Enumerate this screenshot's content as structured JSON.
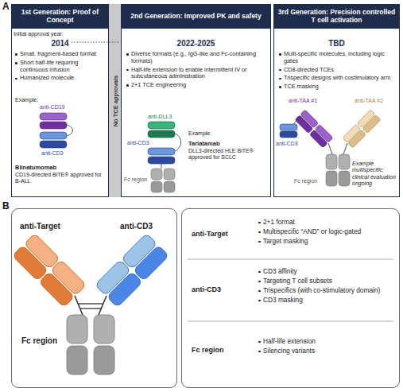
{
  "diagram": {
    "nodes": [
      {
        "text": [
          "1st Generation: Proof of Concept",
          "Initial approval year:",
          "2014",
          "Small, fragment-based format",
          "Short half-life requiring continuous infusion",
          "Humanized molecule",
          "Example:",
          "Blinatumomab",
          "CD19-directed BiTE® approved for B-ALL"
        ]
      },
      {
        "text": [
          "No TCE approvals"
        ]
      },
      {
        "text": [
          "2nd Generation: Improved PK and safety",
          "2022-2025",
          "Diverse formats (e.g., IgG-like and Fc-containing formats)",
          "Half-life extension to enable intermittent IV or subcutaneous administration",
          "2+1 TCE engineering",
          "Example:",
          "Tarlatamab",
          "DLL3-directed HLE BiTE® approved for SCLC"
        ]
      },
      {
        "text": [
          "3rd Generation: Precision controlled T cell activation",
          "TBD",
          "Multi-specific molecules, including logic gates",
          "CD8-directed TCEs",
          "Trispecific designs with costimulatory arm",
          "TCE masking",
          "Example multispecific; clinical evaluation ongoing"
        ]
      },
      {
        "text": [
          "anti-Target",
          "anti-CD3",
          "Fc region"
        ]
      },
      {
        "text": [
          "anti-Target",
          "2+1 format",
          "Multispecific “AND” or logic-gated",
          "Target masking",
          "anti-CD3",
          "CD3 affinity",
          "Targeting T cell subsets",
          "Trispecifics (with co-stimulatory domain)",
          "CD3 masking",
          "Fc region",
          "Half-life extension",
          "Silencing variants"
        ]
      }
    ],
    "labels": [
      "A",
      "anti-CD19",
      "anti-CD3",
      "anti-DLL3",
      "anti-CD3",
      "Fc region",
      "anti-TAA #1",
      "anti-TAA #2",
      "anti-CD3",
      "Fc region",
      "B"
    ]
  }
}
